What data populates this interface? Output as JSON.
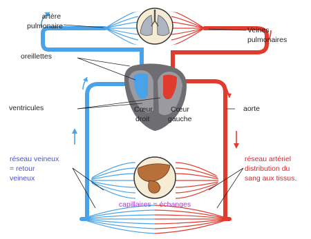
{
  "colors": {
    "venous": "#4aa3e8",
    "arterial": "#e03c2e",
    "heart_dark": "#6d6d72",
    "heart_light": "#9a9aa0",
    "organ_fill": "#f6ecd6",
    "liver": "#b8703a",
    "lung": "#aeb4c0",
    "leader": "#222222",
    "label_default": "#222222",
    "label_blue": "#4a4fd8",
    "label_red": "#d9262c",
    "label_purple": "#b12fd6"
  },
  "labels": {
    "artere_pulmonaire": [
      "artère",
      "pulmonaire"
    ],
    "veines_pulmonaires": [
      "Veines",
      "pulmonaires"
    ],
    "oreillettes": "oreillettes",
    "ventricules": "ventricules",
    "coeur_droit": [
      "Cœur",
      "droit"
    ],
    "coeur_gauche": [
      "Cœur",
      "gauche"
    ],
    "aorte": "aorte",
    "reseau_veineux": [
      "réseau veineux",
      "= retour",
      "veineux"
    ],
    "reseau_arteriel": [
      "réseau artériel",
      "distribution du",
      "sang aux tissus."
    ],
    "capillaires": "capillaires = échanges"
  },
  "icons": {
    "lungs": "lungs-icon",
    "liver": "liver-icon",
    "heart": "heart-icon"
  }
}
